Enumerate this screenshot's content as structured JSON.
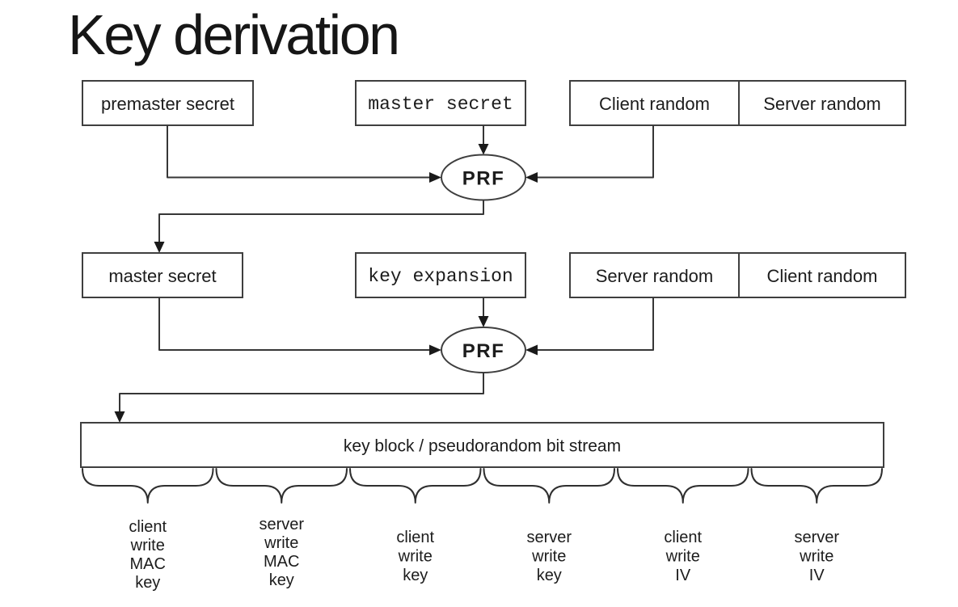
{
  "title": "Key derivation",
  "diagram": {
    "row1": {
      "left": "premaster secret",
      "middle": "master secret",
      "right": [
        "Client random",
        "Server random"
      ]
    },
    "row2": {
      "left": "master secret",
      "middle": "key expansion",
      "right": [
        "Server random",
        "Client random"
      ]
    },
    "prf_label": "PRF",
    "key_block": "key block / pseudorandom bit stream",
    "outputs": [
      {
        "name": "client-write-mac-key",
        "lines": [
          "client",
          "write",
          "MAC",
          "key"
        ]
      },
      {
        "name": "server-write-mac-key",
        "lines": [
          "server",
          "write",
          "MAC",
          "key"
        ]
      },
      {
        "name": "client-write-key",
        "lines": [
          "client",
          "write",
          "key"
        ]
      },
      {
        "name": "server-write-key",
        "lines": [
          "server",
          "write",
          "key"
        ]
      },
      {
        "name": "client-write-iv",
        "lines": [
          "client",
          "write",
          "IV"
        ]
      },
      {
        "name": "server-write-iv",
        "lines": [
          "server",
          "write",
          "IV"
        ]
      }
    ],
    "colors": {
      "background": "#ffffff",
      "stroke": "#3a3a3a",
      "text": "#1c1c1c"
    }
  }
}
